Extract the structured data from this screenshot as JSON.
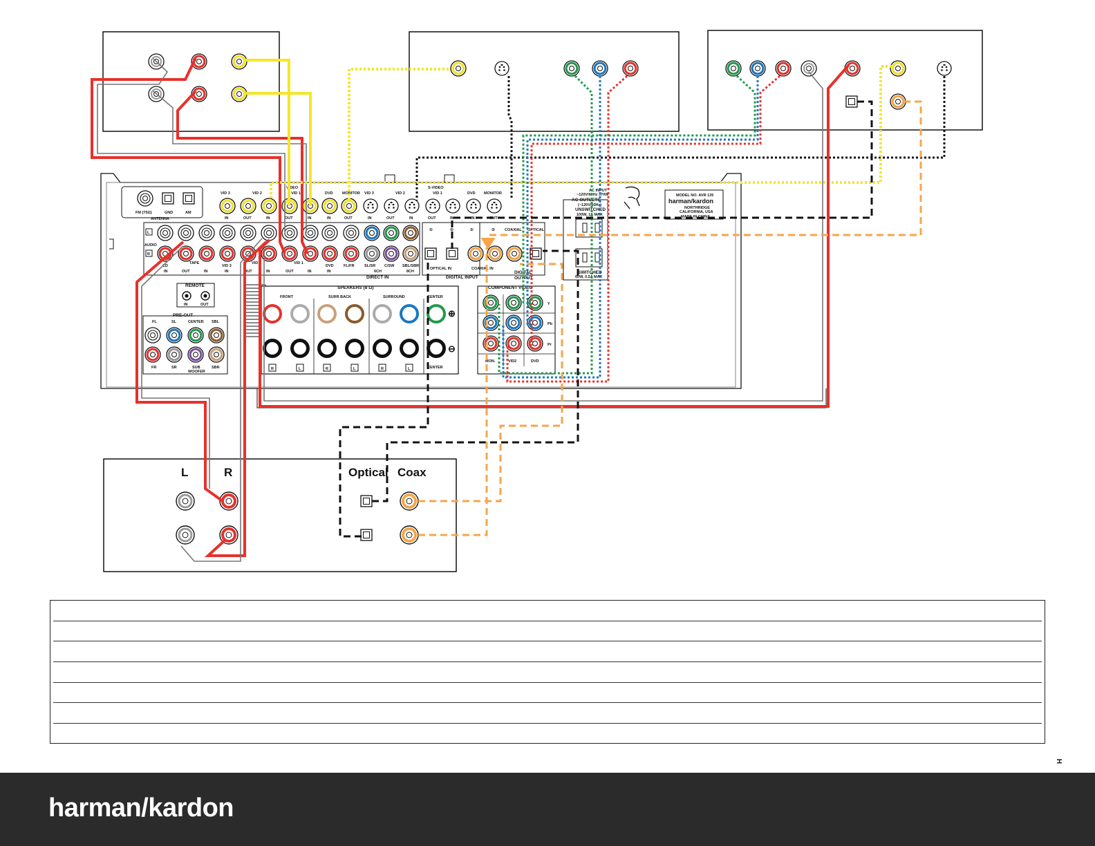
{
  "colors": {
    "audio_right": "#e8302a",
    "audio_left": "#9a9a9a",
    "video": "#f5e52a",
    "component_y": "#1f9a4b",
    "component_pb": "#1a78c2",
    "component_pr": "#e8302a",
    "digital": "#f4a64a",
    "optical": "#1a1a1a",
    "footer_bg": "#2b2b2b"
  },
  "labels": {
    "amp_left": "L",
    "amp_right": "R",
    "optical": "Optical",
    "coax": "Coax"
  },
  "receiver": {
    "antenna": "ANTENNA",
    "fm": "FM (75Ω)",
    "gnd": "GND",
    "am": "AM",
    "vid3": "VID 3",
    "vid2": "VID 2",
    "video1_top": "VIDEO",
    "vid1": "VID 1",
    "dvd": "DVD",
    "monitor": "MONITOR",
    "svideo": "S-VIDEO",
    "in": "IN",
    "out": "OUT",
    "audio": "AUDIO",
    "l": "L",
    "r": "R",
    "cd": "CD",
    "tape": "TAPE",
    "fl_fr": "FL/FR",
    "sl_sr": "SL/SR",
    "c_sw": "C/SW",
    "sbl_sbr": "SBL/SBR",
    "ch6": "6CH",
    "ch8": "8CH",
    "direct_in": "DIRECT IN",
    "digital_input": "DIGITAL INPUT",
    "optical_in": "OPTICAL IN",
    "coaxial_in": "COAXIAL IN",
    "coaxial": "COAXIAL",
    "optical": "OPTICAL",
    "digital_output": "DIGITAL",
    "output": "OUTPUT",
    "one": "①",
    "two": "②",
    "remote": "REMOTE",
    "pre_out": "PRE-OUT",
    "fl": "FL",
    "fr": "FR",
    "sl": "SL",
    "sr": "SR",
    "center": "CENTER",
    "sbl": "SBL",
    "sbr": "SBR",
    "sub": "SUB",
    "woofer": "WOOFER",
    "speakers": "SPEAKERS (8 Ω)",
    "front": "FRONT",
    "surr_back": "SURR BACK",
    "surround": "SURROUND",
    "component_video": "COMPONENT VIDEO",
    "y": "Y",
    "pb": "Pb",
    "pr": "Pr",
    "mon": "MON.",
    "vid2_small": "VID2",
    "ac_input": "AC INPUT",
    "ac_input_spec": "~120V/60Hz  370W",
    "ac_outlets": "AC OUTLETS",
    "ac_outlets_spec": "(~120V/60Hz)",
    "unswitched": "UNSWITCHED",
    "unswitched_spec": "100W, 1A MAX",
    "switched": "SWITCHED",
    "switched_spec": "60W, 0.5A MAX",
    "model": "MODEL NO. AVR 135",
    "brand": "harman/kardon",
    "northridge": "NORTHRIDGE",
    "california": "CALIFORNIA, USA",
    "made_in": "MADE IN CHINA"
  },
  "page_marker": "H",
  "footer_brand": "harman/kardon"
}
